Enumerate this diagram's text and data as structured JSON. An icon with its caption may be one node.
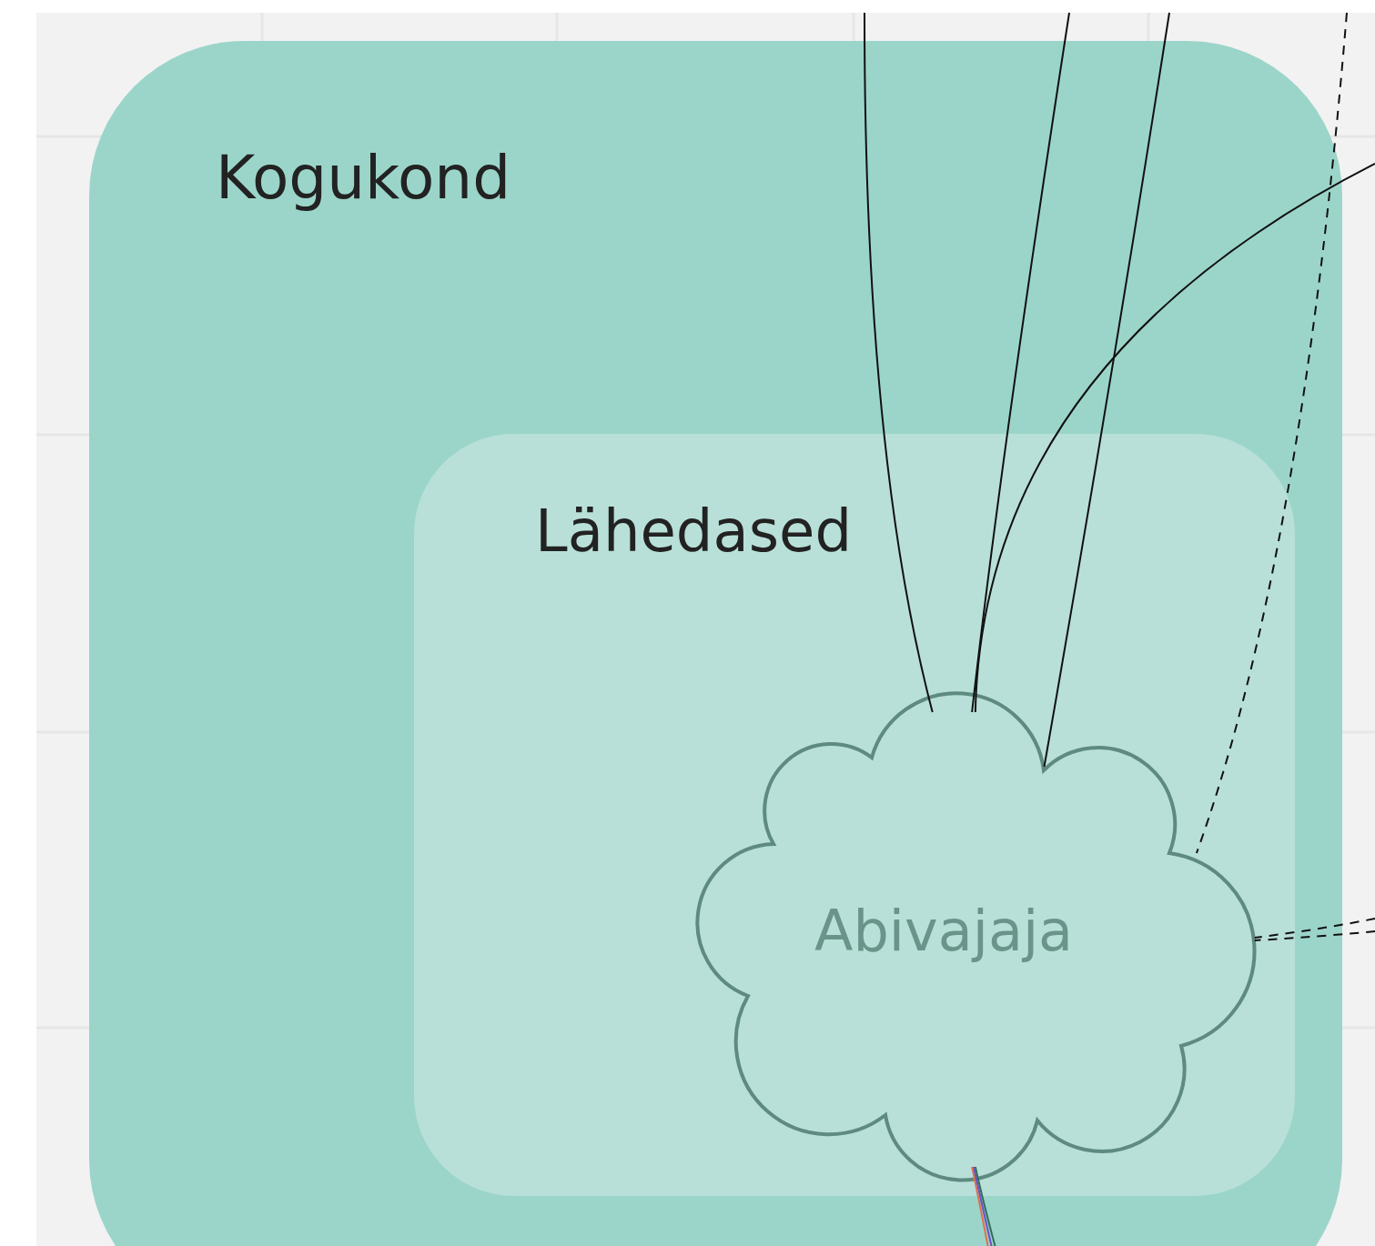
{
  "diagram": {
    "nodes": [
      {
        "text": [
          "Kogukond"
        ]
      },
      {
        "text": [
          "Lähedased"
        ],
        "in": 0
      },
      {
        "text": [
          "Abivajaja"
        ],
        "in": 1
      }
    ],
    "edges": [
      {
        "from": null,
        "to": 2,
        "arrow": "none"
      },
      {
        "from": null,
        "to": 2,
        "arrow": "none"
      },
      {
        "from": null,
        "to": 2,
        "arrow": "none"
      },
      {
        "from": null,
        "to": 2,
        "arrow": "none"
      },
      {
        "from": null,
        "to": 2,
        "arrow": "none",
        "style": "dashed"
      },
      {
        "from": null,
        "to": 2,
        "arrow": "none",
        "style": "dashed"
      },
      {
        "from": null,
        "to": 2,
        "arrow": "none",
        "style": "dashed"
      },
      {
        "from": null,
        "to": 2,
        "arrow": "none",
        "color": "#e0704a"
      },
      {
        "from": null,
        "to": 2,
        "arrow": "none",
        "color": "#6a4fc8"
      },
      {
        "from": null,
        "to": 2,
        "arrow": "none",
        "color": "#2f6f58"
      }
    ]
  }
}
